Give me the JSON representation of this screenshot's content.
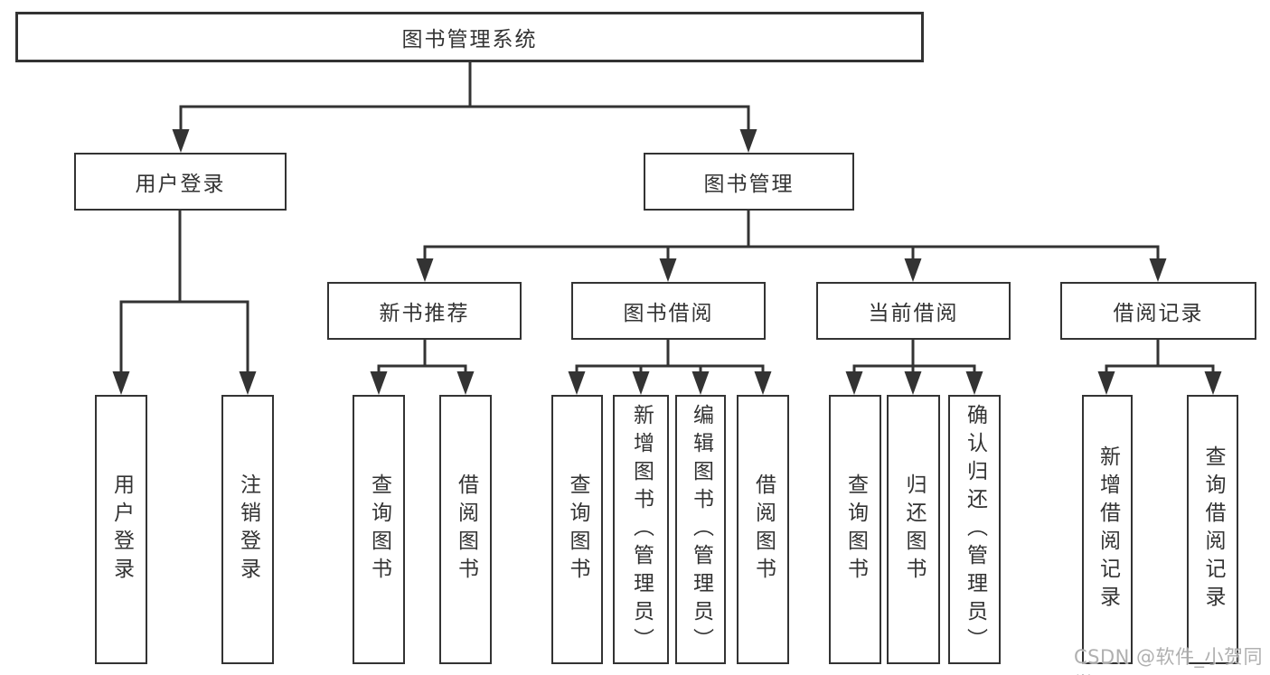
{
  "colors": {
    "line": "#333333",
    "text": "#333333",
    "background": "#ffffff",
    "watermark": "#a9a9a9"
  },
  "nodes": {
    "root": {
      "label": "图书管理系统"
    },
    "level2": {
      "user_login": {
        "label": "用户登录"
      },
      "book_management": {
        "label": "图书管理"
      }
    },
    "level3": {
      "new_book_recommend": {
        "label": "新书推荐"
      },
      "book_borrow": {
        "label": "图书借阅"
      },
      "current_borrow": {
        "label": "当前借阅"
      },
      "borrow_records": {
        "label": "借阅记录"
      }
    },
    "level4": {
      "user_login_children": [
        {
          "label": "用户登录"
        },
        {
          "label": "注销登录"
        }
      ],
      "new_book_children": [
        {
          "label": "查询图书"
        },
        {
          "label": "借阅图书"
        }
      ],
      "book_borrow_children": [
        {
          "label": "查询图书"
        },
        {
          "label": "新增图书（管理员）"
        },
        {
          "label": "编辑图书（管理员）"
        },
        {
          "label": "借阅图书"
        }
      ],
      "current_borrow_children": [
        {
          "label": "查询图书"
        },
        {
          "label": "归还图书"
        },
        {
          "label": "确认归还（管理员）"
        }
      ],
      "borrow_records_children": [
        {
          "label": "新增借阅记录"
        },
        {
          "label": "查询借阅记录"
        }
      ]
    }
  },
  "watermark": {
    "text": "CSDN @软件_小贺同学"
  }
}
